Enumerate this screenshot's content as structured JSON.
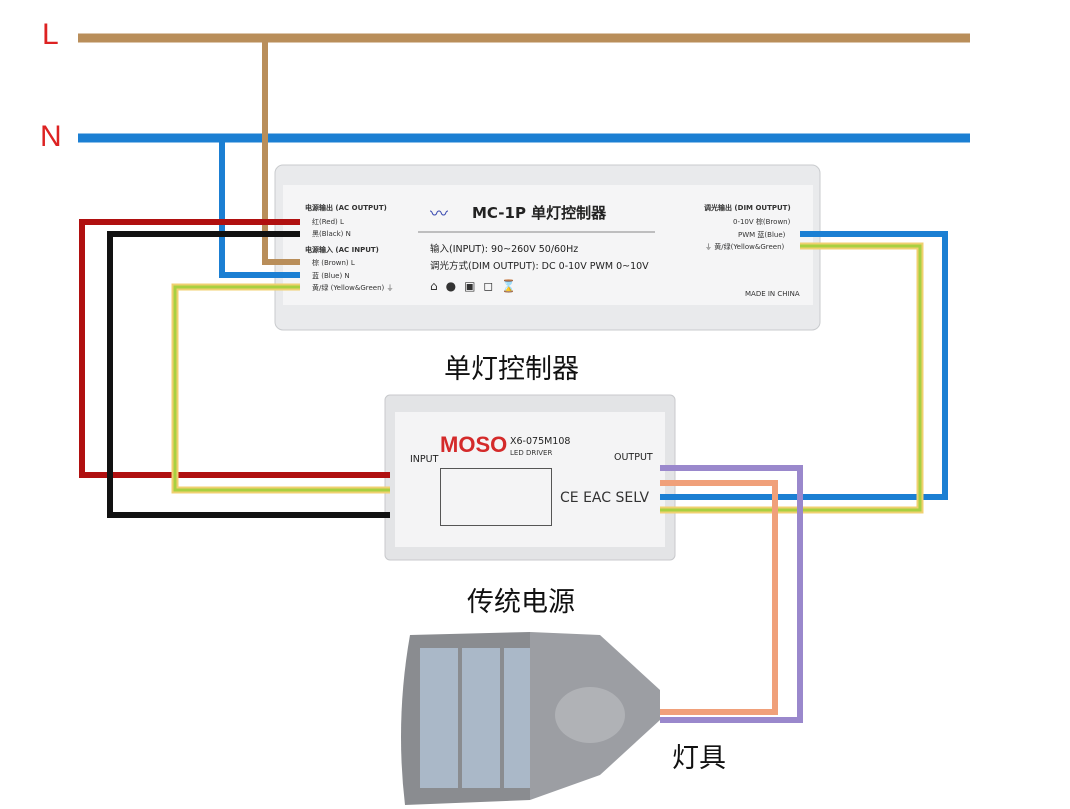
{
  "lines": {
    "L": "L",
    "N": "N"
  },
  "controller": {
    "caption": "单灯控制器",
    "title": "MC-1P 单灯控制器",
    "input_spec": "输入(INPUT): 90~260V   50/60Hz",
    "dim_spec": "调光方式(DIM OUTPUT): DC 0-10V   PWM 0~10V",
    "ac_output_header": "电源输出 (AC OUTPUT)",
    "ac_output": [
      "红(Red)  L",
      "黑(Black)  N"
    ],
    "ac_input_header": "电源输入 (AC INPUT)",
    "ac_input": [
      "棕 (Brown)  L",
      "蓝 (Blue)  N",
      "黄/绿 (Yellow&Green) ⏚"
    ],
    "dim_output_header": "调光输出 (DIM OUTPUT)",
    "dim_output": [
      "0-10V  棕(Brown)",
      "PWM  蓝(Blue)",
      "⏚  黄/绿(Yellow&Green)"
    ],
    "made_in": "MADE IN CHINA"
  },
  "driver": {
    "caption": "传统电源",
    "brand": "MOSO",
    "model": "X6-075M108",
    "subtitle": "LED DRIVER",
    "input_label": "INPUT",
    "output_label": "OUTPUT",
    "marks": "CE EAC SELV"
  },
  "lamp": {
    "caption": "灯具"
  },
  "colors": {
    "L": "#b98e5a",
    "N": "#1b7fd3",
    "red": "#b01010",
    "black": "#111111",
    "yg": "#b8d84a",
    "purple": "#9a88cc",
    "orange": "#f0a07a"
  }
}
